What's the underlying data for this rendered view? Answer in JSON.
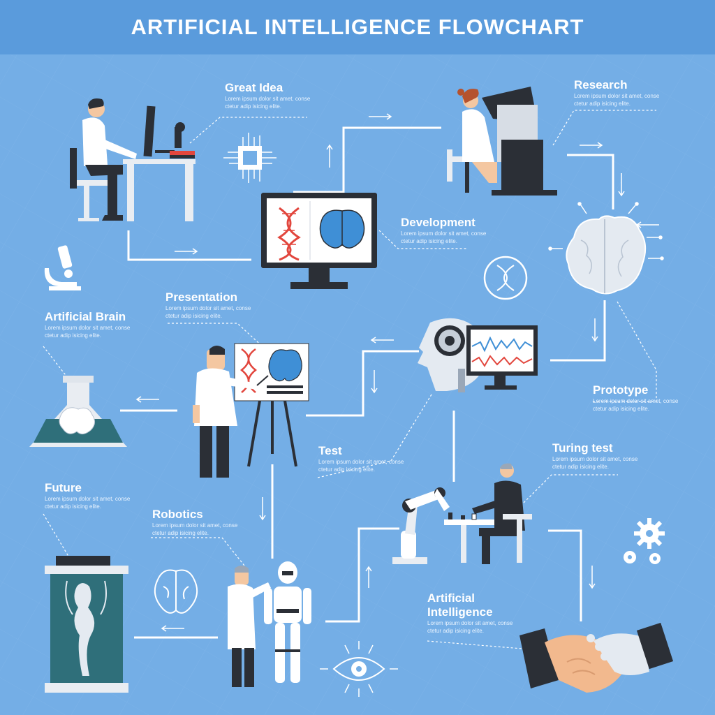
{
  "title": "ARTIFICIAL INTELLIGENCE FLOWCHART",
  "lorem": "Lorem ipsum dolor sit amet, conse ctetur adip isicing elite.",
  "stages": {
    "great_idea": "Great Idea",
    "research": "Research",
    "development": "Development",
    "presentation": "Presentation",
    "artificial_brain": "Artificial Brain",
    "prototype": "Prototype",
    "test": "Test",
    "turing_test": "Turing test",
    "future": "Future",
    "robotics": "Robotics",
    "artificial_intelligence": "Artificial Intelligence"
  },
  "colors": {
    "background": "#74aee6",
    "header": "#5a9bdc",
    "line": "#ffffff",
    "dark": "#2b2f36",
    "dna": "#e2463d",
    "brain": "#3f8fd6"
  }
}
